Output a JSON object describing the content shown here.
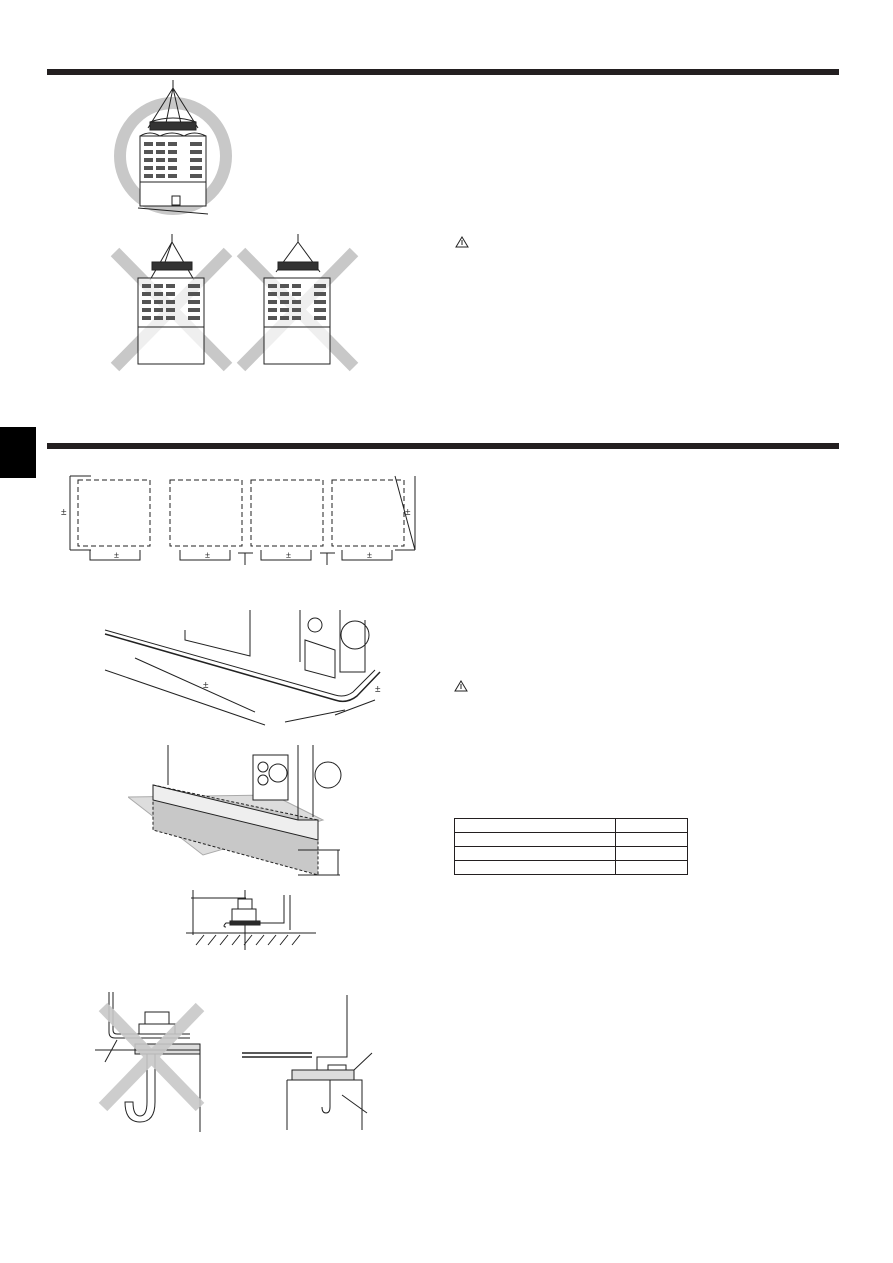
{
  "document": {
    "type": "installation-manual-page",
    "sections": [
      {
        "id": "transportation",
        "figures": [
          {
            "name": "correct-lifting-figure",
            "mark": "circle-ok"
          },
          {
            "name": "incorrect-lifting-figure-1",
            "mark": "cross-ng"
          },
          {
            "name": "incorrect-lifting-figure-2",
            "mark": "cross-ng"
          }
        ],
        "warning_icon": "warning-triangle-icon"
      },
      {
        "id": "installation",
        "layout_dimension_symbol": "±",
        "dimension_marks": [
          "±",
          "±",
          "±",
          "±",
          "±",
          "±"
        ],
        "figures": [
          {
            "name": "anchor-layout-plan"
          },
          {
            "name": "base-frame-dimension-figure",
            "dimension_marks": [
              "±",
              "±"
            ]
          },
          {
            "name": "concrete-foundation-figure"
          },
          {
            "name": "anchor-bolt-detail-figure"
          },
          {
            "name": "incorrect-anchor-bolt-figure",
            "mark": "cross-ng"
          },
          {
            "name": "correct-anchor-bolt-figure"
          }
        ],
        "warning_icon": "warning-triangle-icon",
        "table": {
          "rows": [
            [
              "",
              ""
            ],
            [
              "",
              ""
            ],
            [
              "",
              ""
            ],
            [
              "",
              ""
            ]
          ]
        }
      }
    ],
    "colors": {
      "rule": "#231f20",
      "ok_mark": "#c8c8c8",
      "ng_mark": "#c8c8c8",
      "side_tab": "#000000"
    }
  }
}
